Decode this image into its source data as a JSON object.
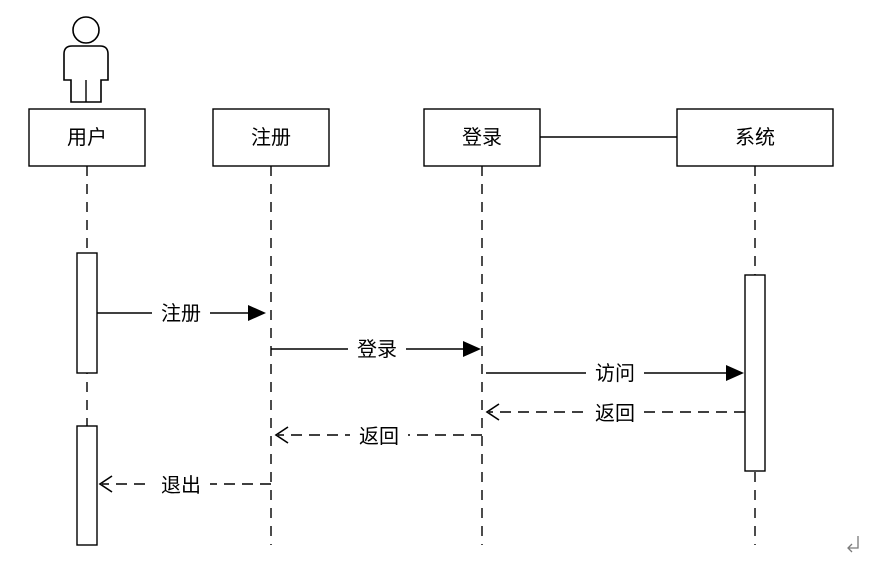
{
  "participants": [
    {
      "id": "user",
      "label": "用户"
    },
    {
      "id": "register",
      "label": "注册"
    },
    {
      "id": "login",
      "label": "登录"
    },
    {
      "id": "system",
      "label": "系统"
    }
  ],
  "messages": [
    {
      "from": "user",
      "to": "register",
      "label": "注册",
      "style": "solid"
    },
    {
      "from": "register",
      "to": "login",
      "label": "登录",
      "style": "solid"
    },
    {
      "from": "login",
      "to": "system",
      "label": "访问",
      "style": "solid"
    },
    {
      "from": "system",
      "to": "login",
      "label": "返回",
      "style": "dashed"
    },
    {
      "from": "login",
      "to": "register",
      "label": "返回",
      "style": "dashed"
    },
    {
      "from": "register",
      "to": "user",
      "label": "退出",
      "style": "dashed"
    }
  ],
  "icons": {
    "actor": "actor-icon",
    "paragraph_mark": "return-arrow-icon"
  },
  "colors": {
    "stroke": "#000000",
    "background": "#ffffff"
  }
}
